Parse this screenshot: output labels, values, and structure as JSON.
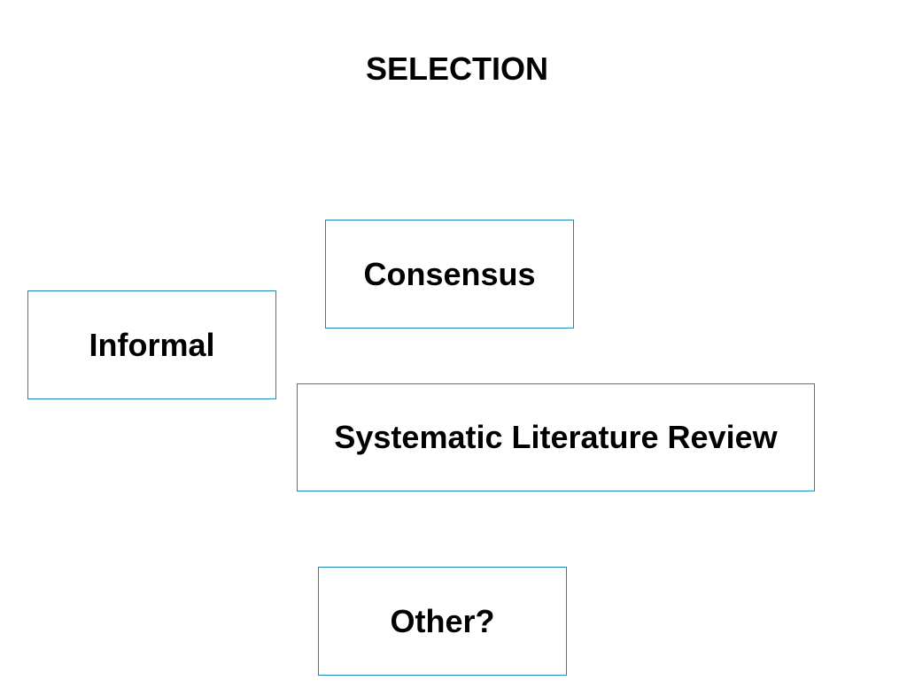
{
  "title": "SELECTION",
  "accent_border_color": "#1f86b9",
  "boxes": {
    "consensus": "Consensus",
    "informal": "Informal",
    "systematic_literature_review": "Systematic Literature Review",
    "other": "Other?"
  }
}
